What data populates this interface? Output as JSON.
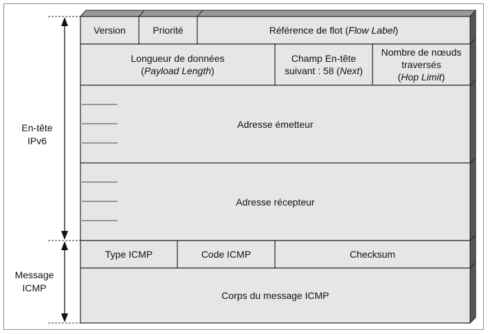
{
  "side_labels": {
    "ipv6_header": [
      "En-tête",
      "IPv6"
    ],
    "icmp_message": [
      "Message",
      "ICMP"
    ]
  },
  "fields": {
    "version": "Version",
    "priority": "Priorité",
    "flow_label": {
      "text": "Référence de flot (",
      "italic": "Flow Label",
      "after": ")"
    },
    "payload_length": {
      "line1": "Longueur de données",
      "open": "(",
      "italic": "Payload Length",
      "close": ")"
    },
    "next_header": {
      "line1": "Champ En-tête",
      "line2": "suivant : 58 (",
      "italic": "Next",
      "close": ")"
    },
    "hop_limit": {
      "line1": "Nombre de nœuds",
      "line2": "traversés",
      "open": "(",
      "italic": "Hop Limit",
      "close": ")"
    },
    "source_address": "Adresse émetteur",
    "destination_address": "Adresse récepteur",
    "icmp_type": "Type ICMP",
    "icmp_code": "Code ICMP",
    "checksum": "Checksum",
    "icmp_body": "Corps du message ICMP"
  },
  "colors": {
    "cell_fill": "#e6e6e6",
    "top_face": "#9a9a9a",
    "side_face": "#555555",
    "stroke": "#222222"
  }
}
